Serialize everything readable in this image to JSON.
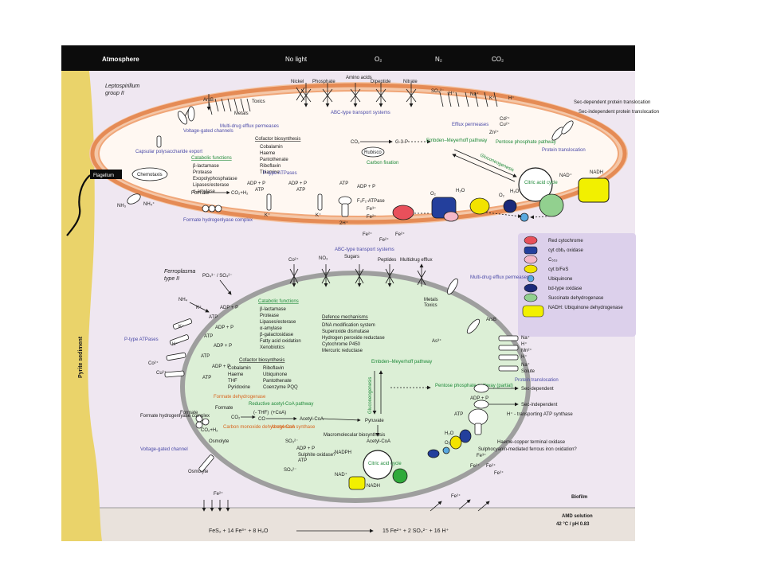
{
  "atmosphere": {
    "label": "Atmosphere",
    "items": [
      "No light",
      "O₂",
      "N₂",
      "CO₂"
    ]
  },
  "sediment_label": "Pyrite sediment",
  "biofilm_label": "Biofilm",
  "amd": {
    "title": "AMD solution",
    "conditions": "42 °C / pH 0.83",
    "reaction_left": "FeS₂ + 14 Fe³⁺ + 8 H₂O",
    "reaction_right": "15 Fe²⁺ + 2 SO₄²⁻ + 16 H⁺",
    "fe_bottom_left": "Fe²⁺",
    "fe_bottom_right": "Fe²⁺"
  },
  "lepto": {
    "name_line1": "Leptospirillum",
    "name_line2": "group II",
    "top_substrates": [
      "Nickel",
      "Phosphate",
      "Amino acids",
      "Dipeptide",
      "Nitrate"
    ],
    "abc_label": "ABC-type transport systems",
    "arsb": "ArsB",
    "metals": "Metals",
    "toxics": "Toxics",
    "multidrug": "Multi-drug efflux permeases",
    "voltage": "Voltage-gated channels",
    "capsular": "Capsular polysaccharide export",
    "cofactor_title": "Cofactor biosynthesis",
    "cofactor_items": [
      "Cobalamin",
      "Haeme",
      "Pantothenate",
      "Riboflavin",
      "Thiamine"
    ],
    "catabolic_title": "Catabolic functions",
    "catabolic_items": [
      "β-lactamase",
      "Protease",
      "Exopolyphosphatase",
      "Lipases/esterase",
      "α-amylase"
    ],
    "co2": "CO₂",
    "g3p": "G-3-P",
    "rubisco": "Rubisco",
    "carbon_fixation": "Carbon fixation",
    "embden": "Embden–Meyerhoff pathway",
    "pentose": "Pentose phosphate pathway",
    "gluconeogenesis": "Gluconeogenesis",
    "citric": "Citric acid cycle",
    "efflux": "Efflux permeases",
    "ions_right": [
      "SO₄²⁻",
      "H⁺",
      "Na⁺",
      "K⁺",
      "H⁺",
      "Cd²⁺",
      "Cu²⁺",
      "Zn²⁺"
    ],
    "sec_dep": "Sec-dependent protein translocation",
    "sec_indep": "Sec-independent protein translocation",
    "protein_transloc": "Protein translocation",
    "flagellum": "Flagellum",
    "chemotaxis": "Chemotaxis",
    "nh3": "NH₃",
    "nh4": "NH₄⁺",
    "p_atpases": "P-type ATPases",
    "formate": "Formate",
    "co2h2": "CO₂+H₂",
    "fhc": "Formate hydrogenlyase complex",
    "adp_p": "ADP + P",
    "atp": "ATP",
    "kplus": "K⁺",
    "atpase": "F₀F₁-ATPase",
    "two_h": "2H⁺",
    "o2": "O₂",
    "h2o": "H₂O",
    "nadh": "NADH",
    "nad": "NAD⁺",
    "fe3": "Fe³⁺",
    "fe2": "Fe²⁺",
    "fe2_outside": [
      "Fe²⁺",
      "Fe²⁺",
      "Fe²⁺"
    ]
  },
  "legend": {
    "items": [
      {
        "label": "Red cytochrome",
        "color": "#e8505b"
      },
      {
        "label": "cyt cbb₃ oxidase",
        "color": "#233f9c"
      },
      {
        "label": "C₅₅₃",
        "color": "#f4b8c8"
      },
      {
        "label": "cyt b/FeS",
        "color": "#f2e300"
      },
      {
        "label": "Ubiquinone",
        "color": "#59a9e0"
      },
      {
        "label": "bd-type oxidase",
        "color": "#1b2a7a"
      },
      {
        "label": "Succinate dehydrogenase",
        "color": "#92d08f"
      },
      {
        "label": "NADH: Ubiquinone dehydrogenase",
        "color": "#f2f000"
      }
    ]
  },
  "ferro": {
    "name_line1": "Ferroplasma",
    "name_line2": "type II",
    "abc_label": "ABC-type transport systems",
    "top_substrates": [
      "Co²⁺",
      "NO₃",
      "Sugars",
      "Peptides"
    ],
    "multidrug_efflux": "Multidrug efflux",
    "multidrug_perm": "Multi-drug efflux permeases",
    "metals": "Metals",
    "toxics": "Toxics",
    "arsb": "ArsB",
    "as3": "As³⁺",
    "po4": "PO₄³⁻ / SO₄²⁻",
    "nh4": "NH₄",
    "p_atpases": "P-type ATPases",
    "ions_left": [
      "K⁺",
      "K⁺",
      "H⁺",
      "Co²⁺",
      "Cu²⁺"
    ],
    "adp_p": "ADP + P",
    "atp": "ATP",
    "catabolic_title": "Catabolic functions",
    "catabolic_items": [
      "β-lactamase",
      "Protease",
      "Lipases/esterase",
      "α-amylase",
      "β-galactosidase",
      "Fatty acid oxidation",
      "Xenobiotics"
    ],
    "defence_title": "Defence mechanisms",
    "defence_items": [
      "DNA modification system",
      "Superoxide dismutase",
      "Hydrogen peroxide reductase",
      "Cytochrome P450",
      "Mercuric reductase"
    ],
    "cofactor_title": "Cofactor biosynthesis",
    "cofactor_col1": [
      "Cobalamin",
      "Haeme",
      "THF",
      "Pyridoxine"
    ],
    "cofactor_col2": [
      "Riboflavin",
      "Ubiquinone",
      "Pantothenate",
      "Coenzyme PQQ"
    ],
    "embden": "Embden–Meyerhoff pathway",
    "pentose": "Pentose phosphate pathway (partial)",
    "gluconeogenesis": "Gluconeogenesis",
    "pyruvate": "Pyruvate",
    "acetyl1": "Acetyl-CoA",
    "acetyl2": "Acetyl-CoA",
    "reductive": "Reductive acetyl-CoA pathway",
    "formate_dh": "Formate dehydrogenase",
    "formate": "Formate",
    "thf": "(- THF)",
    "coa": "(+CoA)",
    "co2": "CO₂",
    "co": "CO",
    "co_dh": "Carbon monoxide dehydrogenase",
    "acetyl_synth": "Acetyl-CoA synthase",
    "macro": "Macromolecular biosynthesis",
    "formate_out": "Formate",
    "co2h2": "CO₂+H₂",
    "fhc": "Formate hydrogenlyase complex",
    "voltage": "Voltage-gated channel",
    "osmolyte1": "Osmolyte",
    "osmolyte2": "Osmolyte",
    "so3": "SO₃²⁻",
    "so4": "SO₄²⁻",
    "sulphite": "Sulphite oxidase?",
    "nadph": "NADPH",
    "citric": "Citric acid cycle",
    "nad": "NAD⁺",
    "nadh": "NADH",
    "ions_right": [
      "Na⁺",
      "H⁺",
      "Mn²⁺",
      "H⁺",
      "Na⁺",
      "Solute"
    ],
    "protein_transloc": "Protein translocation",
    "sec_dep": "Sec-dependent",
    "sec_indep": "Sec-independent",
    "h_atp": "H⁺ - transporting ATP synthase",
    "haeme_cu": "Haeme-copper terminal oxidase",
    "sulphocyanin": "Sulphocyanin-mediated ferrous iron oxidation?",
    "fe3": "Fe³⁺",
    "fe2": "Fe²⁺",
    "o2": "O₂",
    "h2o": "H₂O"
  }
}
